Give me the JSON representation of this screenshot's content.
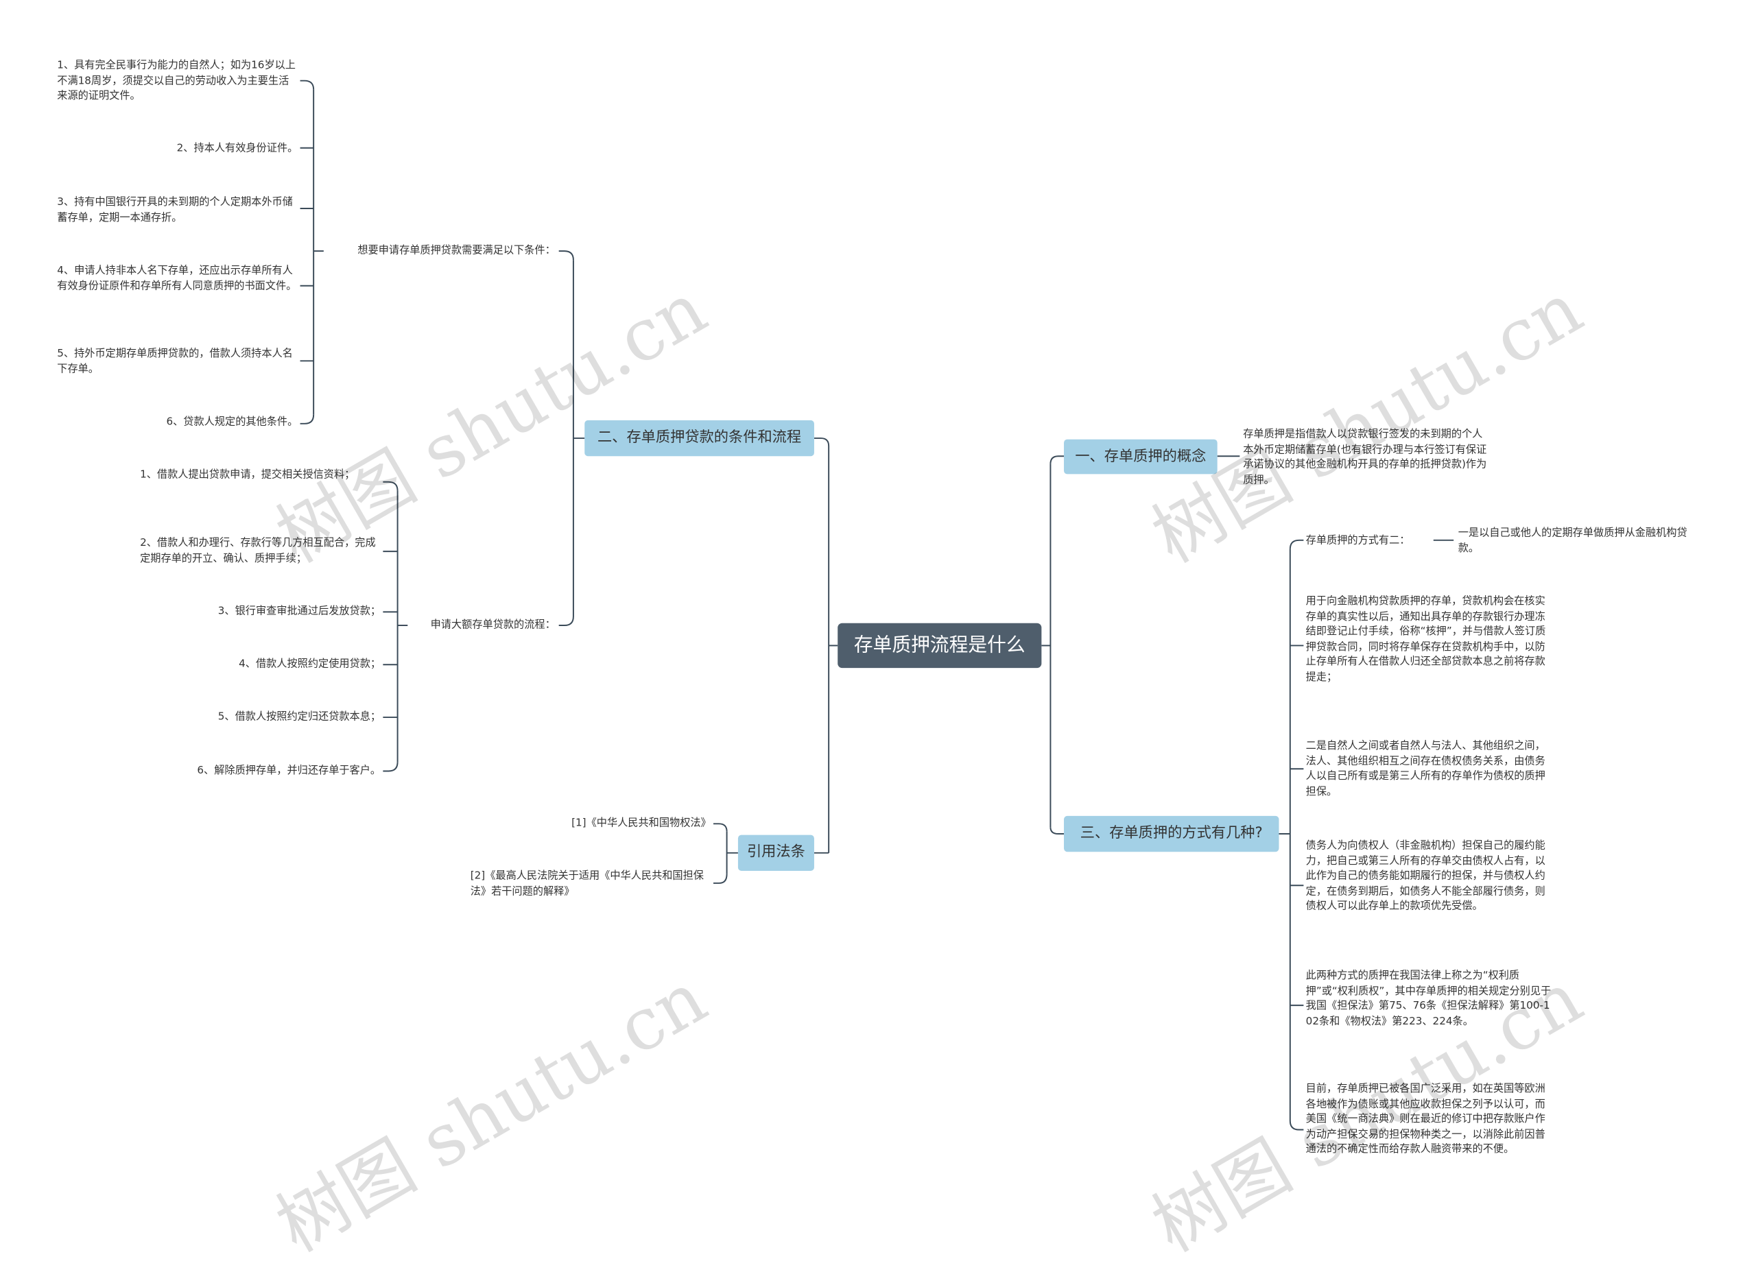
{
  "root": "存单质押流程是什么",
  "watermark": "树图 shutu.cn",
  "left": {
    "conditions_flow": {
      "label": "二、存单质押贷款的条件和流程",
      "conditions": {
        "label": "想要申请存单质押贷款需要满足以下条件：",
        "items": [
          "1、具有完全民事行为能力的自然人；如为16岁以上不满18周岁，须提交以自己的劳动收入为主要生活来源的证明文件。",
          "2、持本人有效身份证件。",
          "3、持有中国银行开具的未到期的个人定期本外币储蓄存单，定期一本通存折。",
          "4、申请人持非本人名下存单，还应出示存单所有人有效身份证原件和存单所有人同意质押的书面文件。",
          "5、持外币定期存单质押贷款的，借款人须持本人名下存单。",
          "6、贷款人规定的其他条件。"
        ]
      },
      "process": {
        "label": "申请大额存单贷款的流程：",
        "items": [
          "1、借款人提出贷款申请，提交相关授信资料；",
          "2、借款人和办理行、存款行等几方相互配合，完成定期存单的开立、确认、质押手续；",
          "3、银行审查审批通过后发放贷款；",
          "4、借款人按照约定使用贷款；",
          "5、借款人按照约定归还贷款本息；",
          "6、解除质押存单，并归还存单于客户。"
        ]
      }
    },
    "laws": {
      "label": "引用法条",
      "items": [
        "[1]《中华人民共和国物权法》",
        "[2]《最高人民法院关于适用《中华人民共和国担保法》若干问题的解释》"
      ]
    }
  },
  "right": {
    "concept": {
      "label": "一、存单质押的概念",
      "text": "存单质押是指借款人以贷款银行签发的未到期的个人本外币定期储蓄存单(也有银行办理与本行签订有保证承诺协议的其他金融机构开具的存单的抵押贷款)作为质押。"
    },
    "methods": {
      "label": "三、存单质押的方式有几种?",
      "way_label": "存单质押的方式有二：",
      "way_one": "一是以自己或他人的定期存单做质押从金融机构贷款。",
      "paragraphs": [
        "用于向金融机构贷款质押的存单，贷款机构会在核实存单的真实性以后，通知出具存单的存款银行办理冻结即登记止付手续，俗称“核押”，并与借款人签订质押贷款合同，同时将存单保存在贷款机构手中，以防止存单所有人在借款人归还全部贷款本息之前将存款提走；",
        "二是自然人之间或者自然人与法人、其他组织之间，法人、其他组织相互之间存在债权债务关系，由债务人以自己所有或是第三人所有的存单作为债权的质押担保。",
        "债务人为向债权人（非金融机构）担保自己的履约能力，把自己或第三人所有的存单交由债权人占有，以此作为自己的债务能如期履行的担保，并与债权人约定，在债务到期后，如债务人不能全部履行债务，则债权人可以此存单上的款项优先受偿。",
        "此两种方式的质押在我国法律上称之为“权利质押”或“权利质权”，其中存单质押的相关规定分别见于我国《担保法》第75、76条《担保法解释》第100-102条和《物权法》第223、224条。",
        "目前，存单质押已被各国广泛采用，如在英国等欧洲各地被作为债账或其他应收款担保之列予以认可，而美国《统一商法典》则在最近的修订中把存款账户作为动产担保交易的担保物种类之一，以消除此前因普通法的不确定性而给存款人融资带来的不便。"
      ]
    }
  }
}
